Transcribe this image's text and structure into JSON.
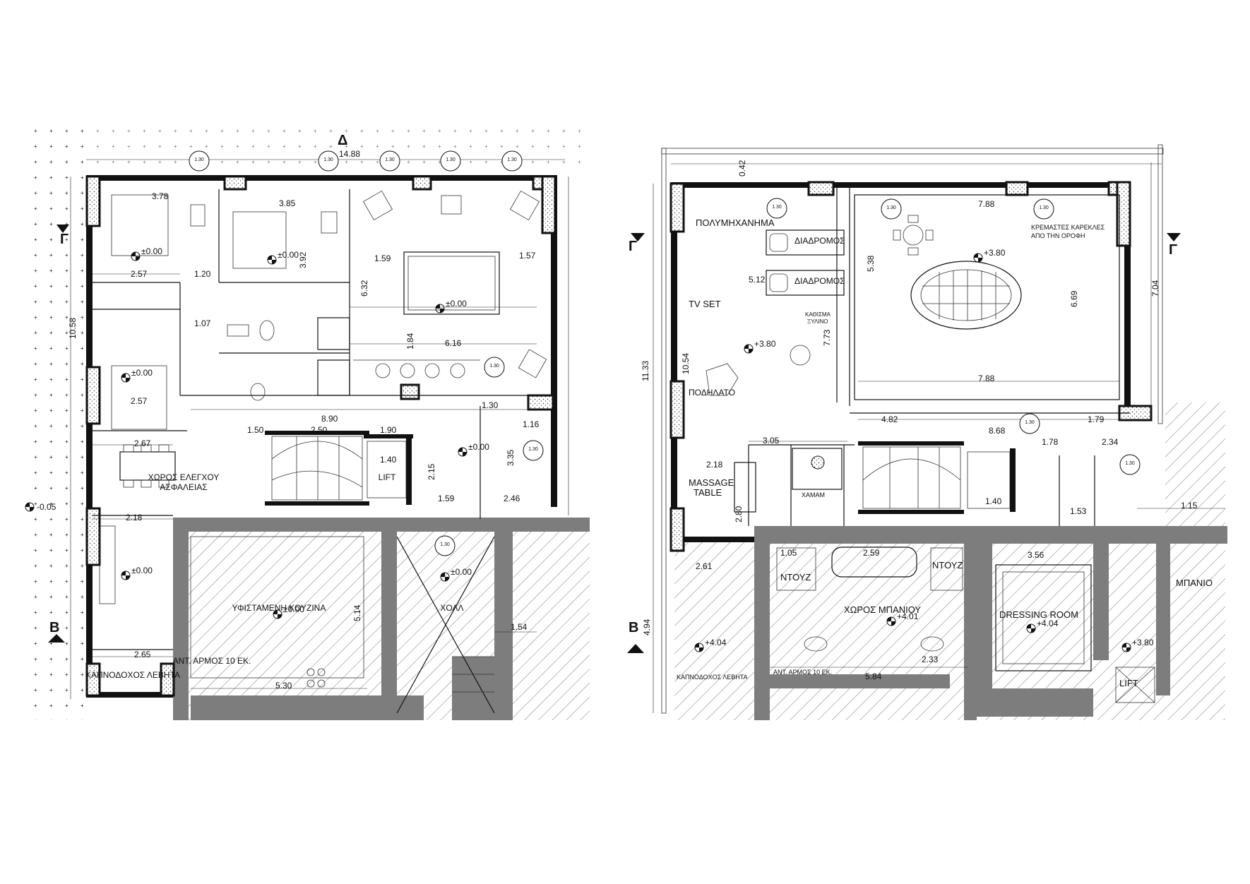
{
  "left_plan": {
    "section_marks": [
      "Δ",
      "Γ",
      "Β"
    ],
    "rooms": [
      {
        "key": "control",
        "lines": [
          "ΧΩΡΟΣ ΕΛΕΓΧΟΥ",
          "ΑΣΦΑΛΕΙΑΣ"
        ]
      },
      {
        "key": "kitchen",
        "lines": [
          "ΥΦΙΣΤΑΜΕΝΗ ΚΟΥΖΙΝΑ"
        ]
      },
      {
        "key": "hall",
        "lines": [
          "ΧΟΛΛ"
        ]
      },
      {
        "key": "lift",
        "lines": [
          "LIFT"
        ]
      },
      {
        "key": "kathroom",
        "lines": [
          "ΚΑΠΝΟΔΟΧΟΣ ΛΕΒΗΤΑ"
        ]
      },
      {
        "key": "opening",
        "lines": [
          "ΑΝΤ. ΑΡΜΟΣ 10 ΕΚ."
        ]
      }
    ],
    "levels": [
      "±0.00",
      "±0.00",
      "±0.00",
      "±0.00",
      "±0.00",
      "±0.00",
      "±0.00",
      "±0.00",
      "-0.05"
    ],
    "dimensions": {
      "top_total": "14.88",
      "d1": "3.78",
      "d2": "3.85",
      "d3": "2.57",
      "d4": "1.20",
      "d5": "1.59",
      "d6": "1.57",
      "d7": "6.16",
      "d8": "1.84",
      "d9": "8.90",
      "d10": "1.50",
      "d11": "2.50",
      "d12": "1.90",
      "d13": "2.67",
      "d14": "2.18",
      "d15": "2.65",
      "d16": "5.30",
      "d17": "5.14",
      "d18": "1.54",
      "d19": "10.58",
      "d20": "2.57",
      "d21": "1.07",
      "d22": "1.30",
      "d23": "1.59",
      "d24": "1.40",
      "d25": "6.32",
      "d26": "3.92",
      "d27": "2.15",
      "d28": "3.35",
      "d29": "2.46",
      "d30": "1.16"
    },
    "window_tag": "1.30"
  },
  "right_plan": {
    "section_marks": [
      "Γ",
      "Γ",
      "Β"
    ],
    "rooms": [
      {
        "key": "multigym",
        "lines": [
          "ΠΟΛΥΜΗΧΑΝΗΜΑ"
        ]
      },
      {
        "key": "treadmill1",
        "lines": [
          "ΔΙΑΔΡΟΜΟΣ"
        ]
      },
      {
        "key": "treadmill2",
        "lines": [
          "ΔΙΑΔΡΟΜΟΣ"
        ]
      },
      {
        "key": "tvset",
        "lines": [
          "TV SET"
        ]
      },
      {
        "key": "bike",
        "lines": [
          "ΠΟΔΗΛΑΤΟ"
        ]
      },
      {
        "key": "massage",
        "lines": [
          "MASSAGE",
          "TABLE"
        ]
      },
      {
        "key": "hanging",
        "lines": [
          "ΚΡΕΜΑΣΤΕΣ ΚΑΡΕΚΛΕΣ",
          "ΑΠΟ ΤΗΝ ΟΡΟΦΗ"
        ]
      },
      {
        "key": "shower1",
        "lines": [
          "ΝΤΟΥΖ"
        ]
      },
      {
        "key": "shower2",
        "lines": [
          "ΝΤΟΥΖ"
        ]
      },
      {
        "key": "bath",
        "lines": [
          "ΧΩΡΟΣ ΜΠΑΝΙΟΥ"
        ]
      },
      {
        "key": "dressing",
        "lines": [
          "DRESSING ROOM"
        ]
      },
      {
        "key": "bath2",
        "lines": [
          "ΜΠΑΝΙΟ"
        ]
      },
      {
        "key": "lift",
        "lines": [
          "LIFT"
        ]
      },
      {
        "key": "hamam",
        "lines": [
          "ΧΑΜΑΜ"
        ]
      },
      {
        "key": "seat",
        "lines": [
          "ΚΑΘΙΣΜΑ",
          "ΞΥΛΙΝΟ"
        ]
      },
      {
        "key": "chimney",
        "lines": [
          "ΚΑΠΝΟΔΟΧΟΣ ΛΕΒΗΤΑ"
        ]
      },
      {
        "key": "opening",
        "lines": [
          "ΑΝΤ. ΑΡΜΟΣ 10 ΕΚ."
        ]
      }
    ],
    "levels": [
      "+3.80",
      "+3.80",
      "+4.04",
      "+4.01",
      "+4.04",
      "+3.80"
    ],
    "dimensions": {
      "r1": "5.12",
      "r2": "7.88",
      "r3": "7.88",
      "r4": "5.38",
      "r5": "6.69",
      "r6": "4.82",
      "r7": "8.68",
      "r8": "1.79",
      "r9": "3.05",
      "r10": "2.18",
      "r11": "2.80",
      "r12": "1.78",
      "r13": "2.34",
      "r14": "1.40",
      "r15": "1.53",
      "r16": "2.61",
      "r17": "1.05",
      "r18": "2.59",
      "r19": "5.84",
      "r20": "2.33",
      "r21": "3.56",
      "r22": "1.15",
      "r23": "7.73",
      "r24": "4.94",
      "r25": "10.54",
      "r26": "11.33",
      "r27": "7.04",
      "r28": "0.42"
    },
    "window_tag": "1.30"
  },
  "colors": {
    "ink": "#111111",
    "wall_hatch": "#7d7d7d",
    "paper": "#ffffff"
  }
}
